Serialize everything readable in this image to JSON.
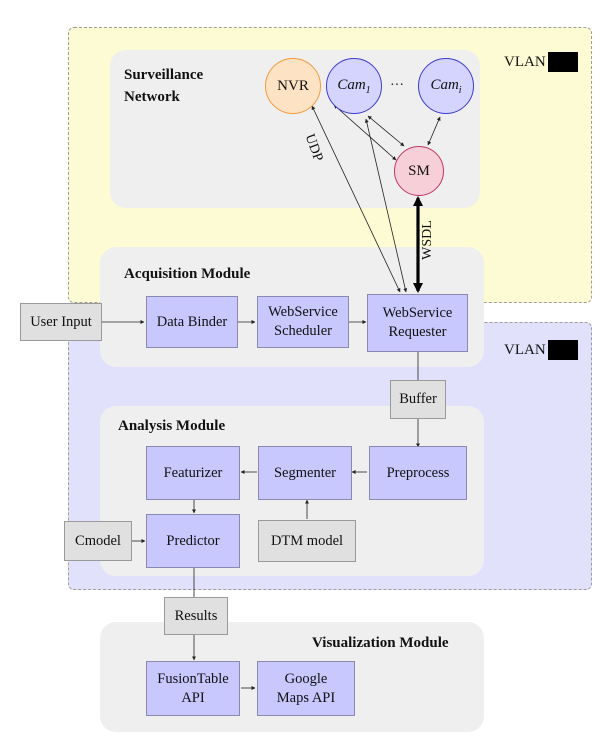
{
  "vlans": {
    "top_label": "VLAN",
    "bottom_label": "VLAN"
  },
  "surveillance": {
    "title_line1": "Surveillance",
    "title_line2": "Network",
    "nvr": "NVR",
    "cam1": "Cam",
    "cam1_sub": "1",
    "ellipsis": "···",
    "cami": "Cam",
    "cami_sub": "i",
    "sm": "SM"
  },
  "edges": {
    "udp": "UDP",
    "wsdl": "WSDL"
  },
  "acquisition": {
    "title": "Acquisition Module",
    "user_input": "User Input",
    "data_binder": "Data Binder",
    "ws_scheduler_line1": "WebService",
    "ws_scheduler_line2": "Scheduler",
    "ws_requester_line1": "WebService",
    "ws_requester_line2": "Requester"
  },
  "buffer": "Buffer",
  "analysis": {
    "title": "Analysis Module",
    "featurizer": "Featurizer",
    "segmenter": "Segmenter",
    "preprocess": "Preprocess",
    "cmodel": "Cmodel",
    "predictor": "Predictor",
    "dtm_model": "DTM model"
  },
  "results": "Results",
  "visualization": {
    "title": "Visualization Module",
    "fusiontable_line1": "FusionTable",
    "fusiontable_line2": "API",
    "gmaps_line1": "Google",
    "gmaps_line2": "Maps API"
  }
}
